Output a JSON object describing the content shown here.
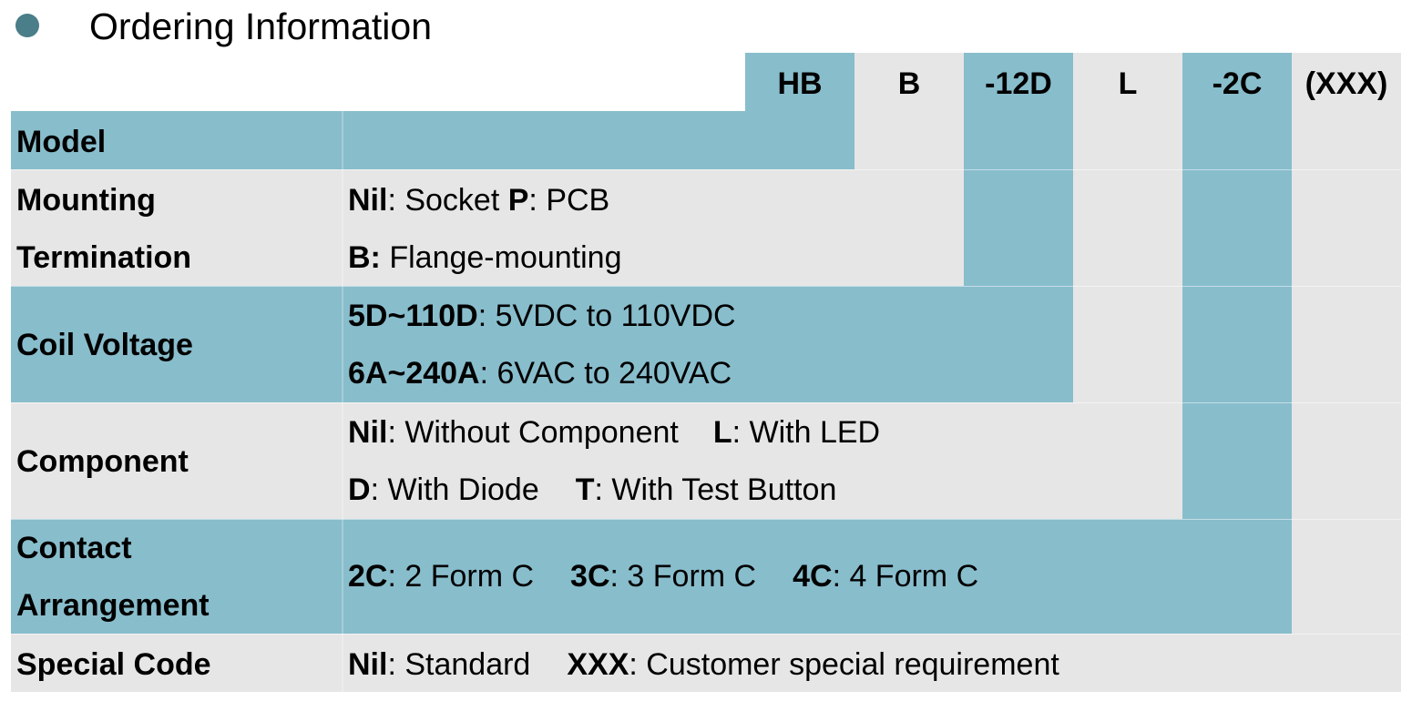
{
  "title": "Ordering Information",
  "colors": {
    "teal": "#88bdcc",
    "grey": "#e6e6e6",
    "bullet": "#4a7e89"
  },
  "codes": [
    "HB",
    "B",
    "-12D",
    "L",
    "-2C",
    "(XXX)"
  ],
  "rows": {
    "model": {
      "label": "Model"
    },
    "mounting": {
      "label_line1": "Mounting",
      "label_line2": "Termination",
      "opt1_code": "Nil",
      "opt1_text": ": Socket ",
      "opt2_code": "P",
      "opt2_text": ": PCB",
      "opt3_code": "B:",
      "opt3_text": " Flange-mounting"
    },
    "coil": {
      "label": "Coil Voltage",
      "opt1_code": "5D~110D",
      "opt1_text": ": 5VDC to 110VDC",
      "opt2_code": "6A~240A",
      "opt2_text": ": 6VAC to 240VAC"
    },
    "component": {
      "label": "Component",
      "opt1_code": "Nil",
      "opt1_text": ": Without Component",
      "opt2_code": "L",
      "opt2_text": ": With LED",
      "opt3_code": "D",
      "opt3_text": ": With Diode",
      "opt4_code": "T",
      "opt4_text": ": With Test Button"
    },
    "contact": {
      "label_line1": "Contact",
      "label_line2": "Arrangement",
      "opt1_code": "2C",
      "opt1_text": ": 2 Form C",
      "opt2_code": "3C",
      "opt2_text": ": 3 Form C",
      "opt3_code": "4C",
      "opt3_text": ": 4 Form C"
    },
    "special": {
      "label": "Special Code",
      "opt1_code": "Nil",
      "opt1_text": ": Standard",
      "opt2_code": "XXX",
      "opt2_text": ": Customer special requirement"
    }
  }
}
